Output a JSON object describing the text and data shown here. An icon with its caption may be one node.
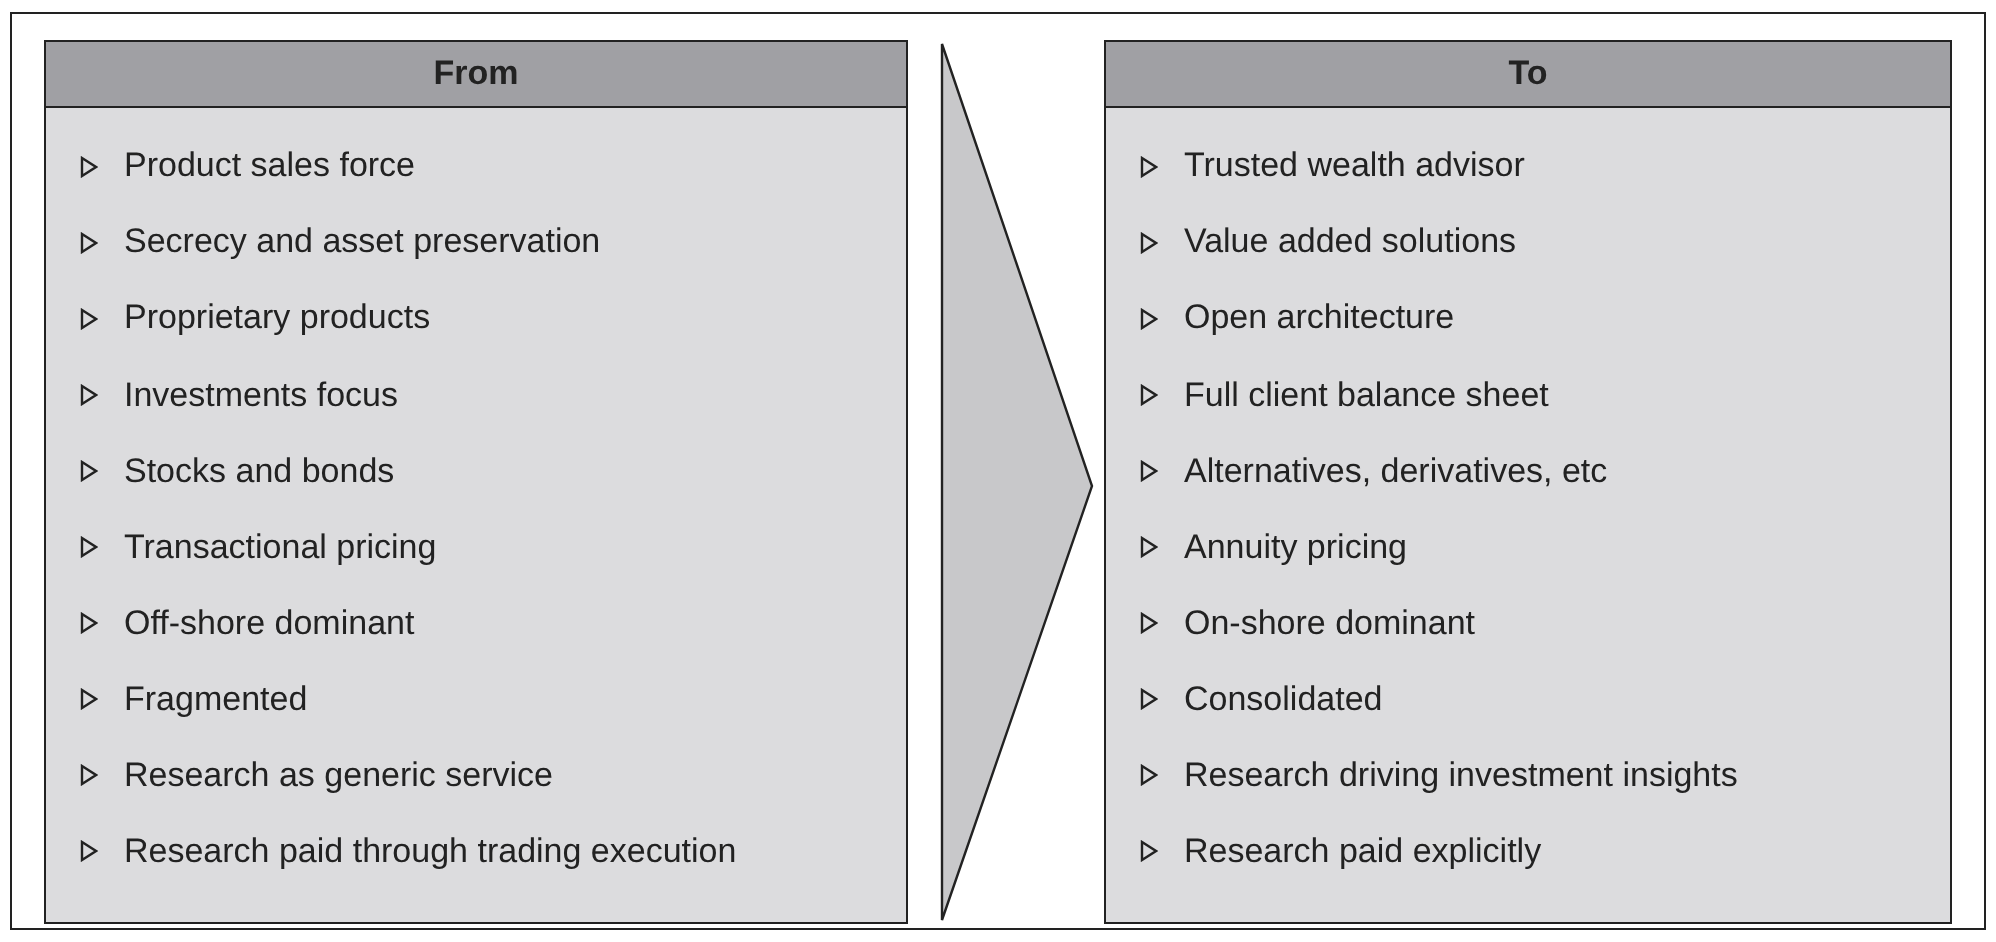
{
  "diagram": {
    "nodes": [
      {
        "text": [
          "From",
          "Product sales force",
          "Secrecy and asset preservation",
          "Proprietary products",
          "Investments focus",
          "Stocks and bonds",
          "Transactional pricing",
          "Off-shore dominant",
          "Fragmented",
          "Research as generic service",
          "Research paid through trading execution"
        ]
      },
      {
        "text": [
          "To",
          "Trusted wealth advisor",
          "Value added solutions",
          "Open architecture",
          "Full client balance sheet",
          "Alternatives, derivatives, etc",
          "Annuity pricing",
          "On-shore dominant",
          "Consolidated",
          "Research driving investment insights",
          "Research paid explicitly"
        ]
      }
    ],
    "edges": [
      {
        "from": 0,
        "to": 1,
        "arrow": "to"
      }
    ]
  }
}
